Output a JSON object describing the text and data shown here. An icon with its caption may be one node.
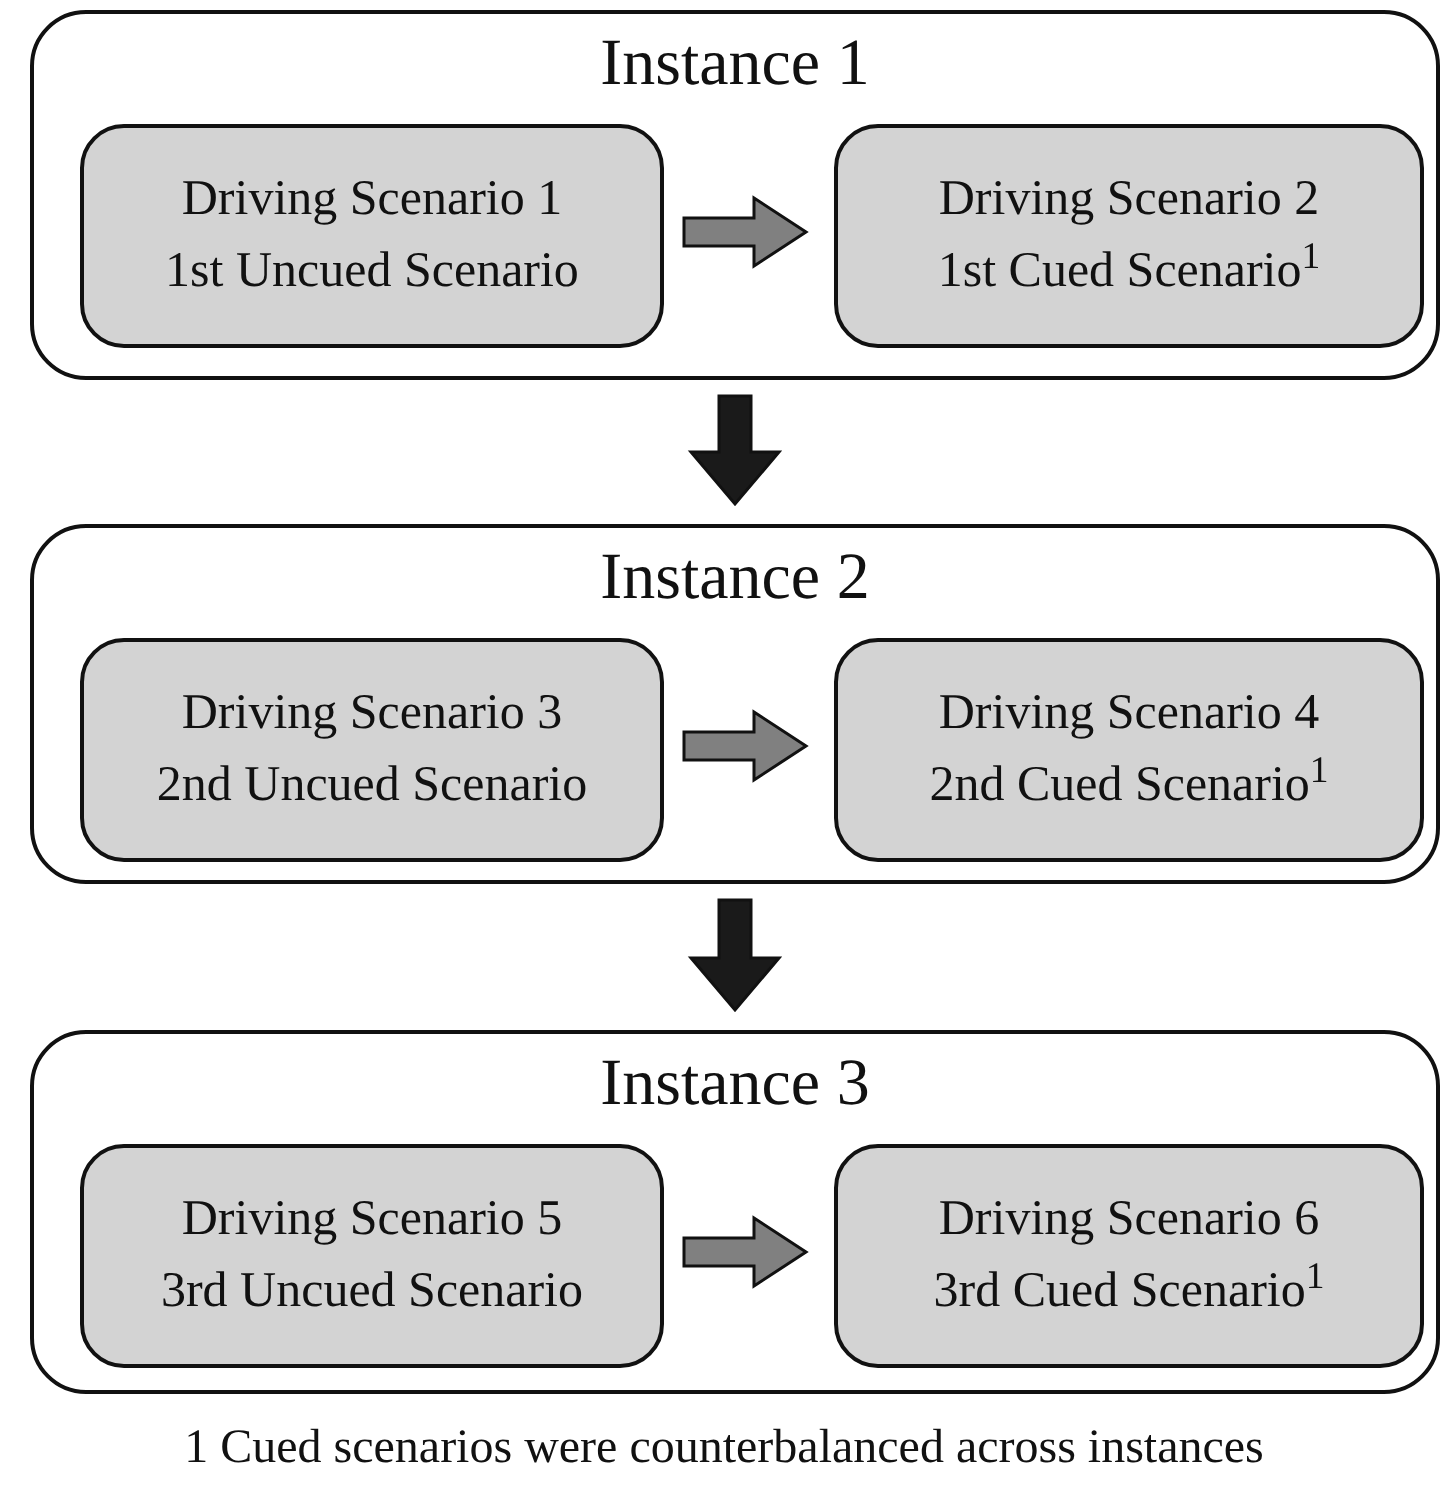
{
  "diagram": {
    "nodes": [
      {
        "text": [
          "Instance 1"
        ]
      },
      {
        "text": [
          "Driving Scenario 1",
          "1st Uncued Scenario"
        ],
        "in": 0
      },
      {
        "text": [
          "Driving Scenario 2",
          "1st Cued Scenario$^{1}$"
        ],
        "in": 0
      },
      {
        "text": [
          "Instance 2"
        ]
      },
      {
        "text": [
          "Driving Scenario 3",
          "2nd Uncued Scenario"
        ],
        "in": 3
      },
      {
        "text": [
          "Driving Scenario 4",
          "2nd Cued Scenario$^{1}$"
        ],
        "in": 3
      },
      {
        "text": [
          "Instance 3"
        ]
      },
      {
        "text": [
          "Driving Scenario 5",
          "3rd Uncued Scenario"
        ],
        "in": 6
      },
      {
        "text": [
          "Driving Scenario 6",
          "3rd Cued Scenario$^{1}$"
        ],
        "in": 6
      }
    ],
    "edges": [
      {
        "from": 1,
        "to": 2,
        "arrow": "to",
        "style": "thick",
        "color": "#808080"
      },
      {
        "from": 0,
        "to": 3,
        "arrow": "to",
        "style": "thick",
        "color": "#1a1a1a"
      },
      {
        "from": 4,
        "to": 5,
        "arrow": "to",
        "style": "thick",
        "color": "#808080"
      },
      {
        "from": 3,
        "to": 6,
        "arrow": "to",
        "style": "thick",
        "color": "#1a1a1a"
      },
      {
        "from": 7,
        "to": 8,
        "arrow": "to",
        "style": "thick",
        "color": "#808080"
      }
    ],
    "caption": "1 Cued scenarios were counterbalanced across instances"
  }
}
